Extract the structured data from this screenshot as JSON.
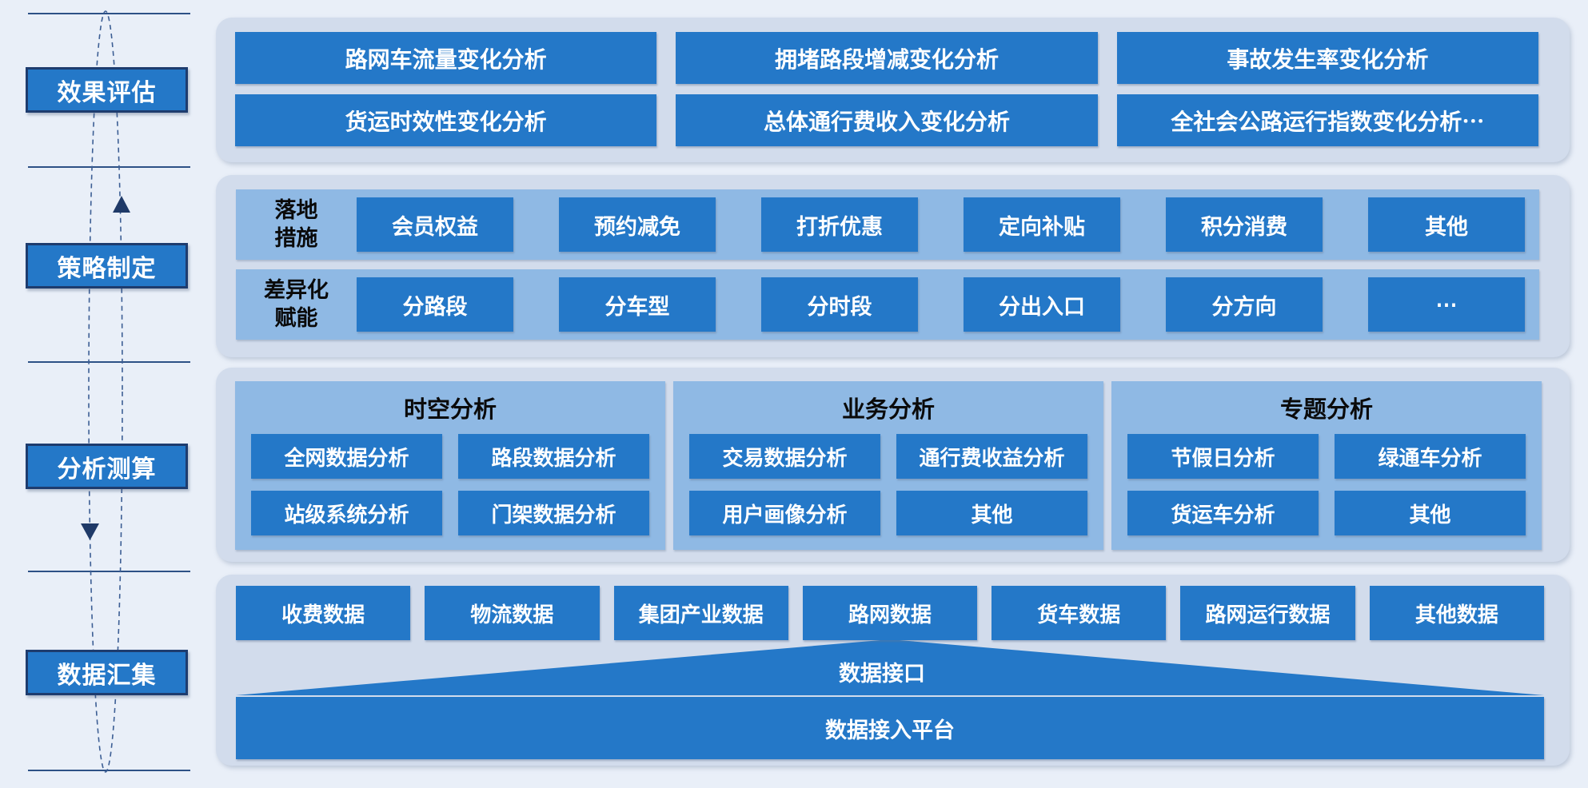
{
  "colors": {
    "page_bg": "#E9EFF8",
    "panel_bg": "#D2DCEC",
    "strip_bg": "#8FB9E4",
    "box_blue": "#2478C8",
    "navy_border": "#1E3C6E",
    "divider_line": "#2D5186",
    "label_text": "#0a0a0a"
  },
  "sidebar": {
    "stages": [
      {
        "label": "效果评估"
      },
      {
        "label": "策略制定"
      },
      {
        "label": "分析测算"
      },
      {
        "label": "数据汇集"
      }
    ]
  },
  "evaluation_panel": {
    "row1": [
      "路网车流量变化分析",
      "拥堵路段增减变化分析",
      "事故发生率变化分析"
    ],
    "row2": [
      "货运时效性变化分析",
      "总体通行费收入变化分析",
      "全社会公路运行指数变化分析⋯"
    ]
  },
  "strategy_panel": {
    "rows": [
      {
        "label_lines": [
          "落地",
          "措施"
        ],
        "items": [
          "会员权益",
          "预约减免",
          "打折优惠",
          "定向补贴",
          "积分消费",
          "其他"
        ]
      },
      {
        "label_lines": [
          "差异化",
          "赋能"
        ],
        "items": [
          "分路段",
          "分车型",
          "分时段",
          "分出入口",
          "分方向",
          "⋯"
        ]
      }
    ]
  },
  "analysis_panel": {
    "groups": [
      {
        "title": "时空分析",
        "items": [
          "全网数据分析",
          "路段数据分析",
          "站级系统分析",
          "门架数据分析"
        ]
      },
      {
        "title": "业务分析",
        "items": [
          "交易数据分析",
          "通行费收益分析",
          "用户画像分析",
          "其他"
        ]
      },
      {
        "title": "专题分析",
        "items": [
          "节假日分析",
          "绿通车分析",
          "货运车分析",
          "其他"
        ]
      }
    ]
  },
  "data_panel": {
    "sources": [
      "收费数据",
      "物流数据",
      "集团产业数据",
      "路网数据",
      "货车数据",
      "路网运行数据",
      "其他数据"
    ],
    "interface_label": "数据接口",
    "platform_label": "数据接入平台"
  }
}
